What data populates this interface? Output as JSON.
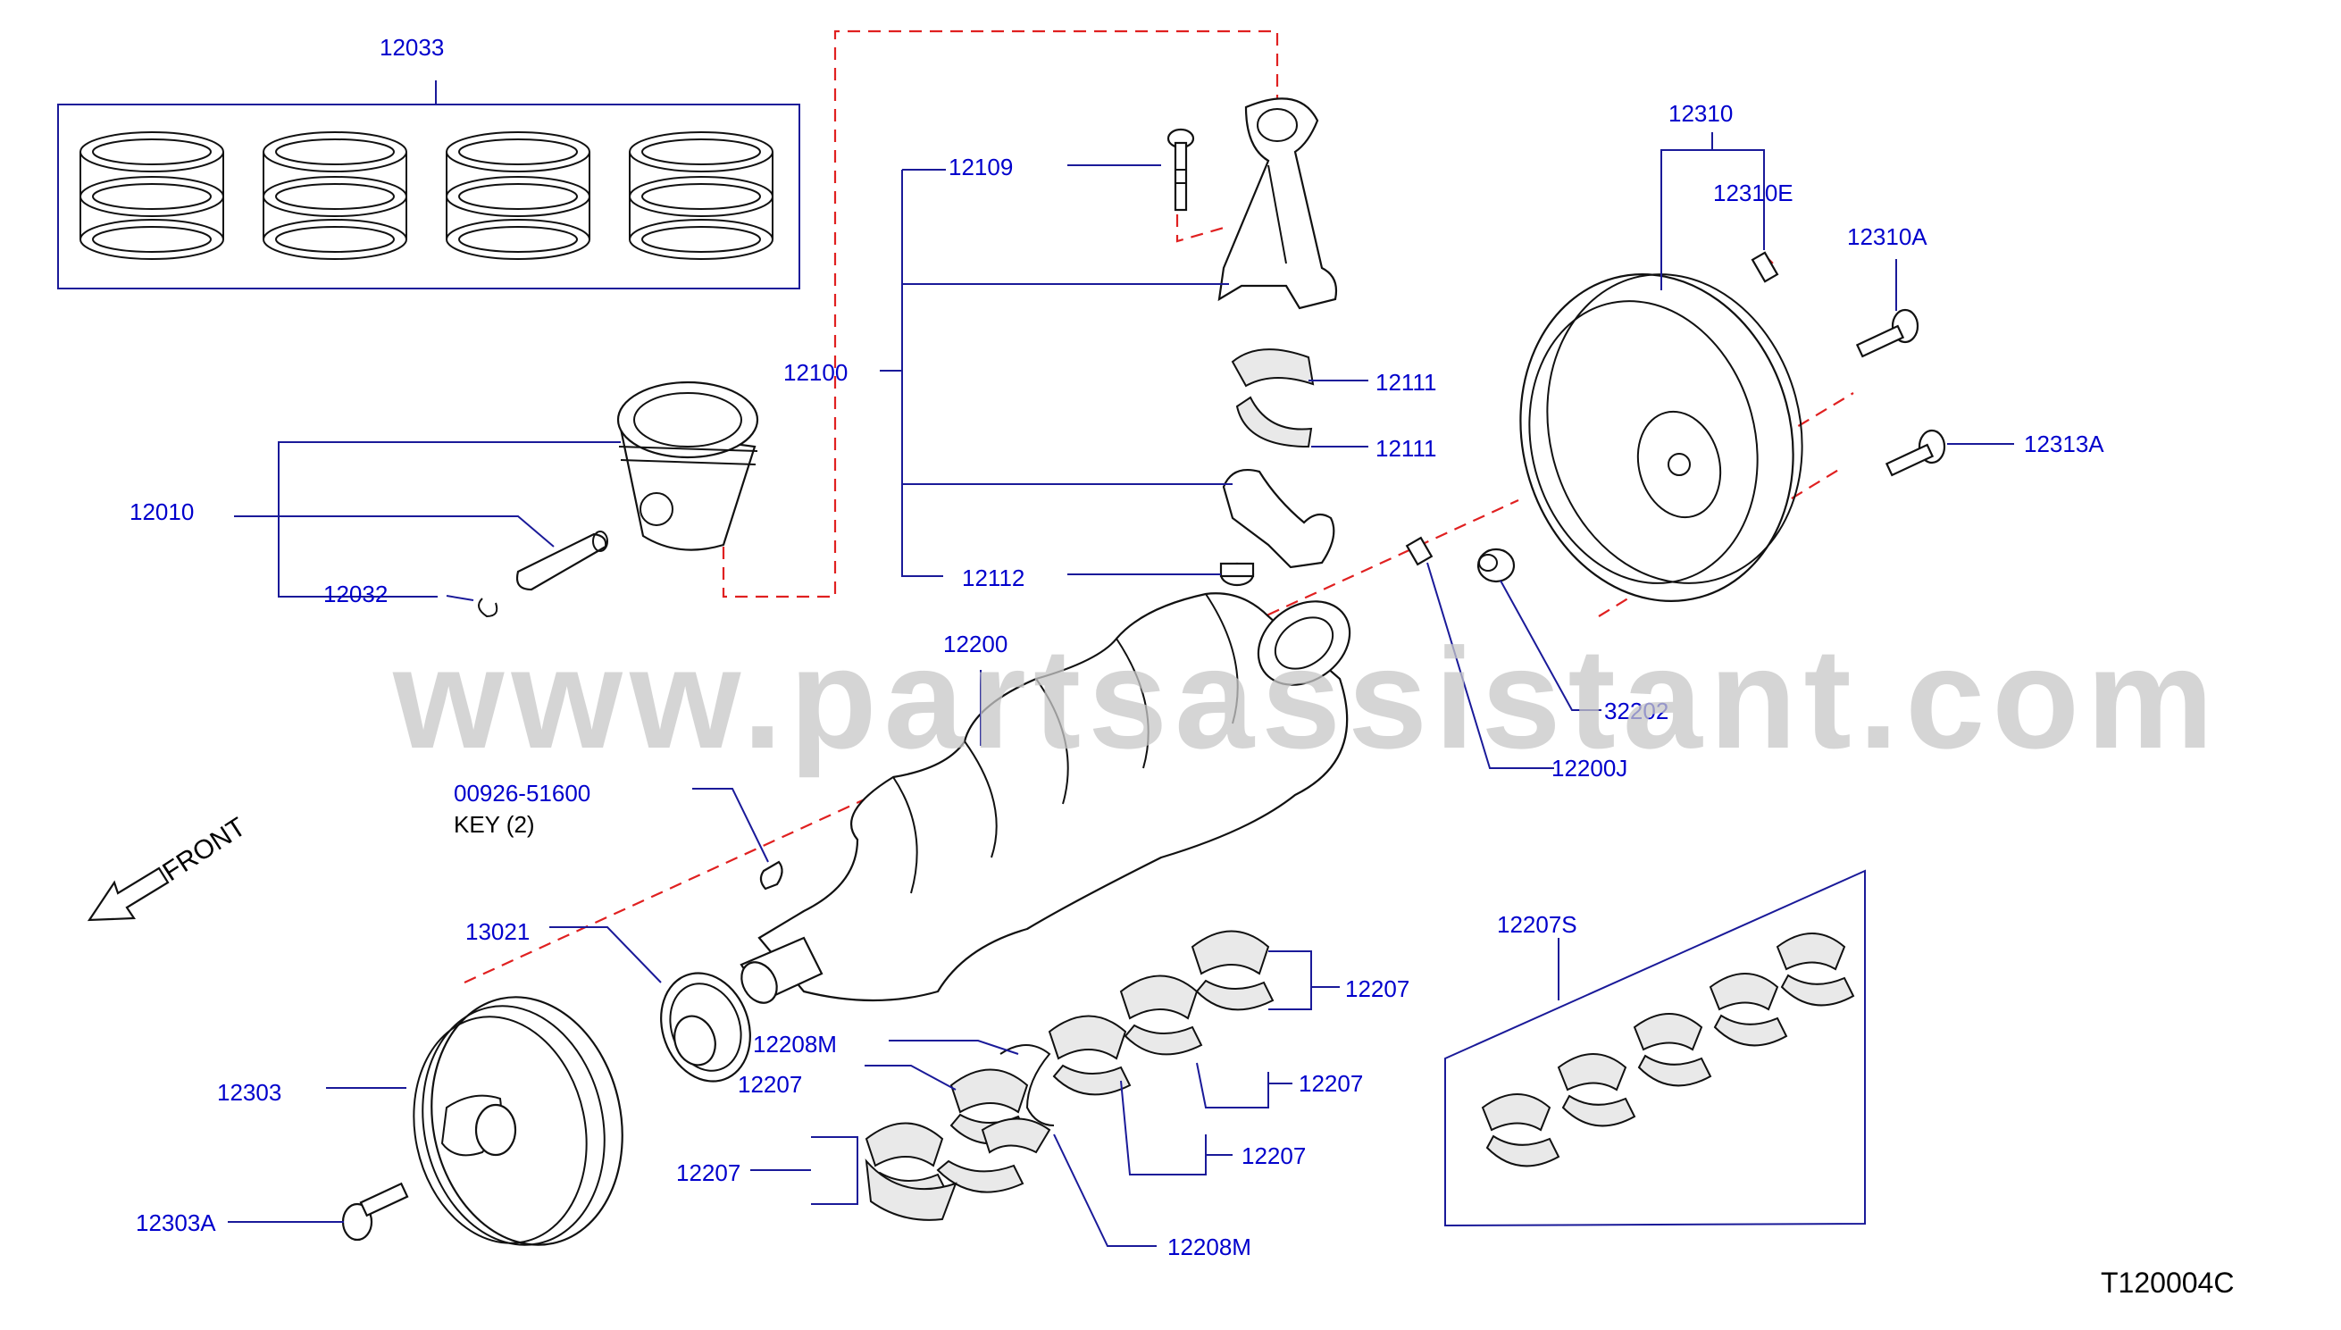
{
  "watermark": "www.partsassistant.com",
  "diagram_code": "T120004C",
  "front_label": "FRONT",
  "labels": {
    "p12033": "12033",
    "p12109": "12109",
    "p12100": "12100",
    "p12010": "12010",
    "p12032": "12032",
    "p12111a": "12111",
    "p12111b": "12111",
    "p12112": "12112",
    "p12310": "12310",
    "p12310E": "12310E",
    "p12310A": "12310A",
    "p12313A": "12313A",
    "p12200": "12200",
    "p32202": "32202",
    "p12200J": "12200J",
    "p00926": "00926-51600",
    "key": "KEY  (2)",
    "p13021": "13021",
    "p12303": "12303",
    "p12303A": "12303A",
    "p12208Ma": "12208M",
    "p12208Mb": "12208M",
    "p12207a": "12207",
    "p12207b": "12207",
    "p12207c": "12207",
    "p12207d": "12207",
    "p12207e": "12207",
    "p12207S": "12207S"
  },
  "colors": {
    "label": "#0000cc",
    "leader": "#1a1a99",
    "center_line": "#e02020",
    "part": "#111111"
  }
}
